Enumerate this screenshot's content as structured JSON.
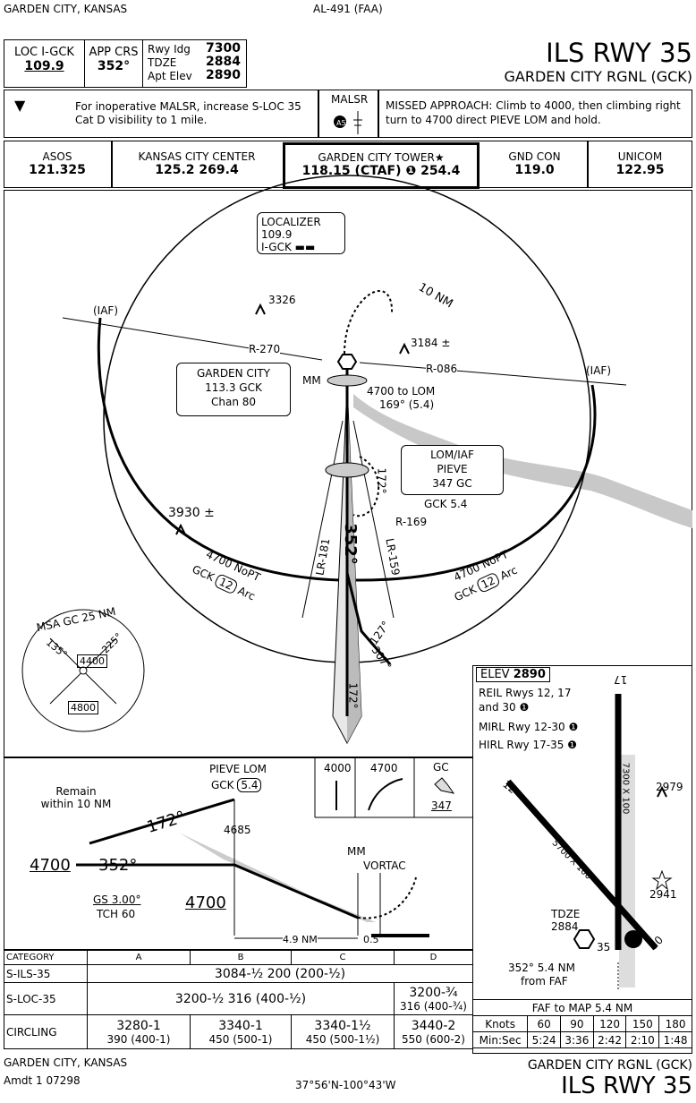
{
  "header": {
    "city_top": "GARDEN CITY, KANSAS",
    "doc_id": "AL-491 (FAA)",
    "loc_label": "LOC I-GCK",
    "loc_freq": "109.9",
    "app_crs_label": "APP CRS",
    "app_crs": "352°",
    "rwy_ldg_label": "Rwy Idg",
    "rwy_ldg": "7300",
    "tdze_label": "TDZE",
    "tdze": "2884",
    "apt_elev_label": "Apt Elev",
    "apt_elev": "2890",
    "title": "ILS RWY 35",
    "airport": "GARDEN CITY RGNL (GCK)"
  },
  "briefing": {
    "note": "For inoperative MALSR, increase S-LOC 35 Cat D visibility to 1 mile.",
    "lighting": "MALSR",
    "missed": "MISSED APPROACH: Climb to 4000, then climbing right turn to 4700 direct PIEVE LOM and hold."
  },
  "comms": [
    {
      "name": "ASOS",
      "freq": "121.325"
    },
    {
      "name": "KANSAS CITY CENTER",
      "freq": "125.2  269.4"
    },
    {
      "name": "GARDEN CITY TOWER★",
      "freq": "118.15 (CTAF) ❶ 254.4"
    },
    {
      "name": "GND CON",
      "freq": "119.0"
    },
    {
      "name": "UNICOM",
      "freq": "122.95"
    }
  ],
  "planview": {
    "localizer_title": "LOCALIZER 109.9",
    "localizer_id": "I-GCK",
    "vortac_name": "GARDEN CITY",
    "vortac_freq": "113.3 GCK",
    "vortac_chan": "Chan 80",
    "mm": "MM",
    "to_lom": "4700 to LOM",
    "to_lom_crs": "169° (5.4)",
    "lom_title": "LOM/IAF",
    "lom_name": "PIEVE",
    "lom_freq": "347 GC",
    "gck_dist": "GCK 5.4",
    "ring": "10 NM",
    "iaf": "(IAF)",
    "r270": "R-270",
    "r086": "R-086",
    "r169": "R-169",
    "lr181": "LR-181",
    "lr159": "LR-159",
    "crs352": "352°",
    "crs172": "172°",
    "crs127": "127°",
    "crs307": "307°",
    "arc_alt": "4700 NoPT",
    "arc_gck": "GCK",
    "arc_12": "12",
    "arc_word": "Arc",
    "obst1": "3326",
    "obst2": "3184 ±",
    "obst3": "3930 ±",
    "msa_title": "MSA GC 25 NM",
    "msa_135": "135°",
    "msa_225": "225°",
    "msa_4400": "4400",
    "msa_4800": "4800"
  },
  "airport_diagram": {
    "elev_label": "ELEV",
    "elev": "2890",
    "reil": "REIL Rwys 12, 17",
    "reil2": "and 30",
    "mirl": "MIRL Rwy 12-30",
    "hirl": "HIRL Rwy 17-35",
    "rwy17": "17",
    "rwy12": "12",
    "rwy30": "30",
    "rwy35": "35",
    "dim1": "7300 X 100",
    "dim2": "5700 X 100",
    "obst_2979": "2979",
    "obst_2941": "2941",
    "tdze": "TDZE",
    "tdze_val": "2884",
    "faf_note": "352° 5.4 NM",
    "faf_note2": "from FAF"
  },
  "profile": {
    "remain": "Remain",
    "remain2": "within 10 NM",
    "lom": "PIEVE LOM",
    "lom_gck": "GCK",
    "lom_dist": "5.4",
    "alt_4685": "4685",
    "crs172": "172°",
    "crs352": "352°",
    "alt_4700": "4700",
    "alt_4700b": "4700",
    "gs": "GS 3.00°",
    "tch": "TCH 60",
    "mm": "MM",
    "vortac": "VORTAC",
    "dist1": "4.9 NM",
    "dist2": "0.5",
    "icon_4000": "4000",
    "icon_4700": "4700",
    "icon_gc": "GC",
    "icon_347": "347"
  },
  "minimums": {
    "headers": [
      "CATEGORY",
      "A",
      "B",
      "C",
      "D"
    ],
    "ils_label": "S-ILS-35",
    "ils": "3084-½   200 (200-½)",
    "loc_label": "S-LOC-35",
    "loc_abc": "3200-½   316 (400-½)",
    "loc_d1": "3200-¾",
    "loc_d2": "316 (400-¾)",
    "circ_label": "CIRCLING",
    "circ": [
      {
        "mda": "3280-1",
        "hat": "390 (400-1)"
      },
      {
        "mda": "3340-1",
        "hat": "450 (500-1)"
      },
      {
        "mda": "3340-1½",
        "hat": "450 (500-1½)"
      },
      {
        "mda": "3440-2",
        "hat": "550 (600-2)"
      }
    ]
  },
  "timing": {
    "title": "FAF to MAP  5.4 NM",
    "knots_label": "Knots",
    "knots": [
      "60",
      "90",
      "120",
      "150",
      "180"
    ],
    "minsec_label": "Min:Sec",
    "times": [
      "5:24",
      "3:36",
      "2:42",
      "2:10",
      "1:48"
    ]
  },
  "footer": {
    "city": "GARDEN CITY, KANSAS",
    "amdt": "Amdt 1 07298",
    "coords": "37°56'N-100°43'W",
    "airport": "GARDEN CITY RGNL (GCK)",
    "title": "ILS RWY 35"
  }
}
